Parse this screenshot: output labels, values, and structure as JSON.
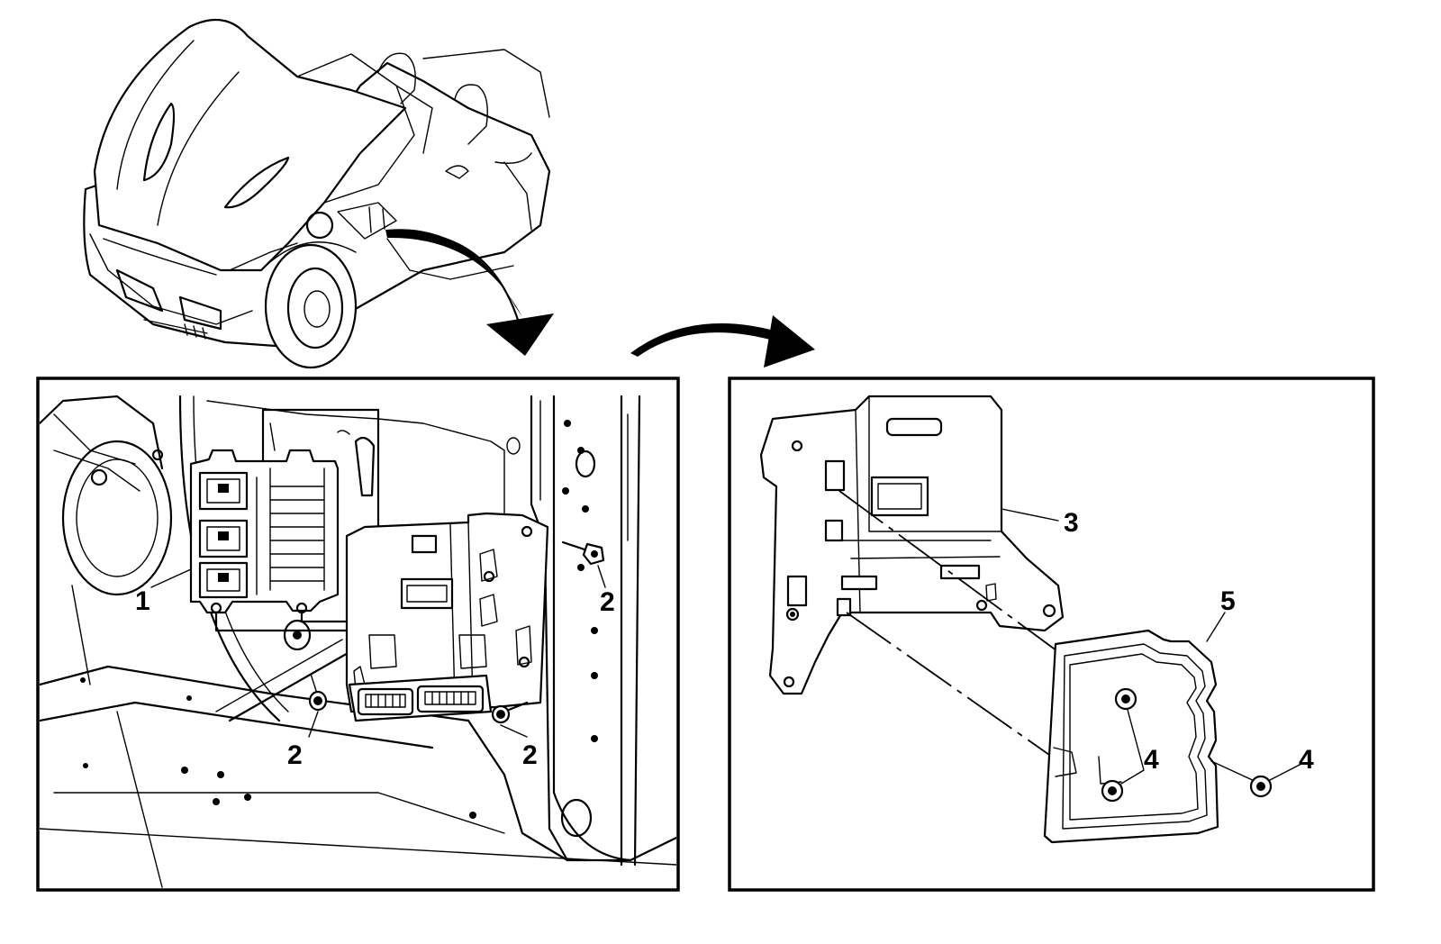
{
  "callouts": {
    "ecm": "1",
    "bolt_right": "2",
    "bolt_bottom_left": "2",
    "bolt_bottom_right": "2",
    "bracket": "3",
    "nut_left": "4",
    "nut_right": "4",
    "cover": "5"
  }
}
